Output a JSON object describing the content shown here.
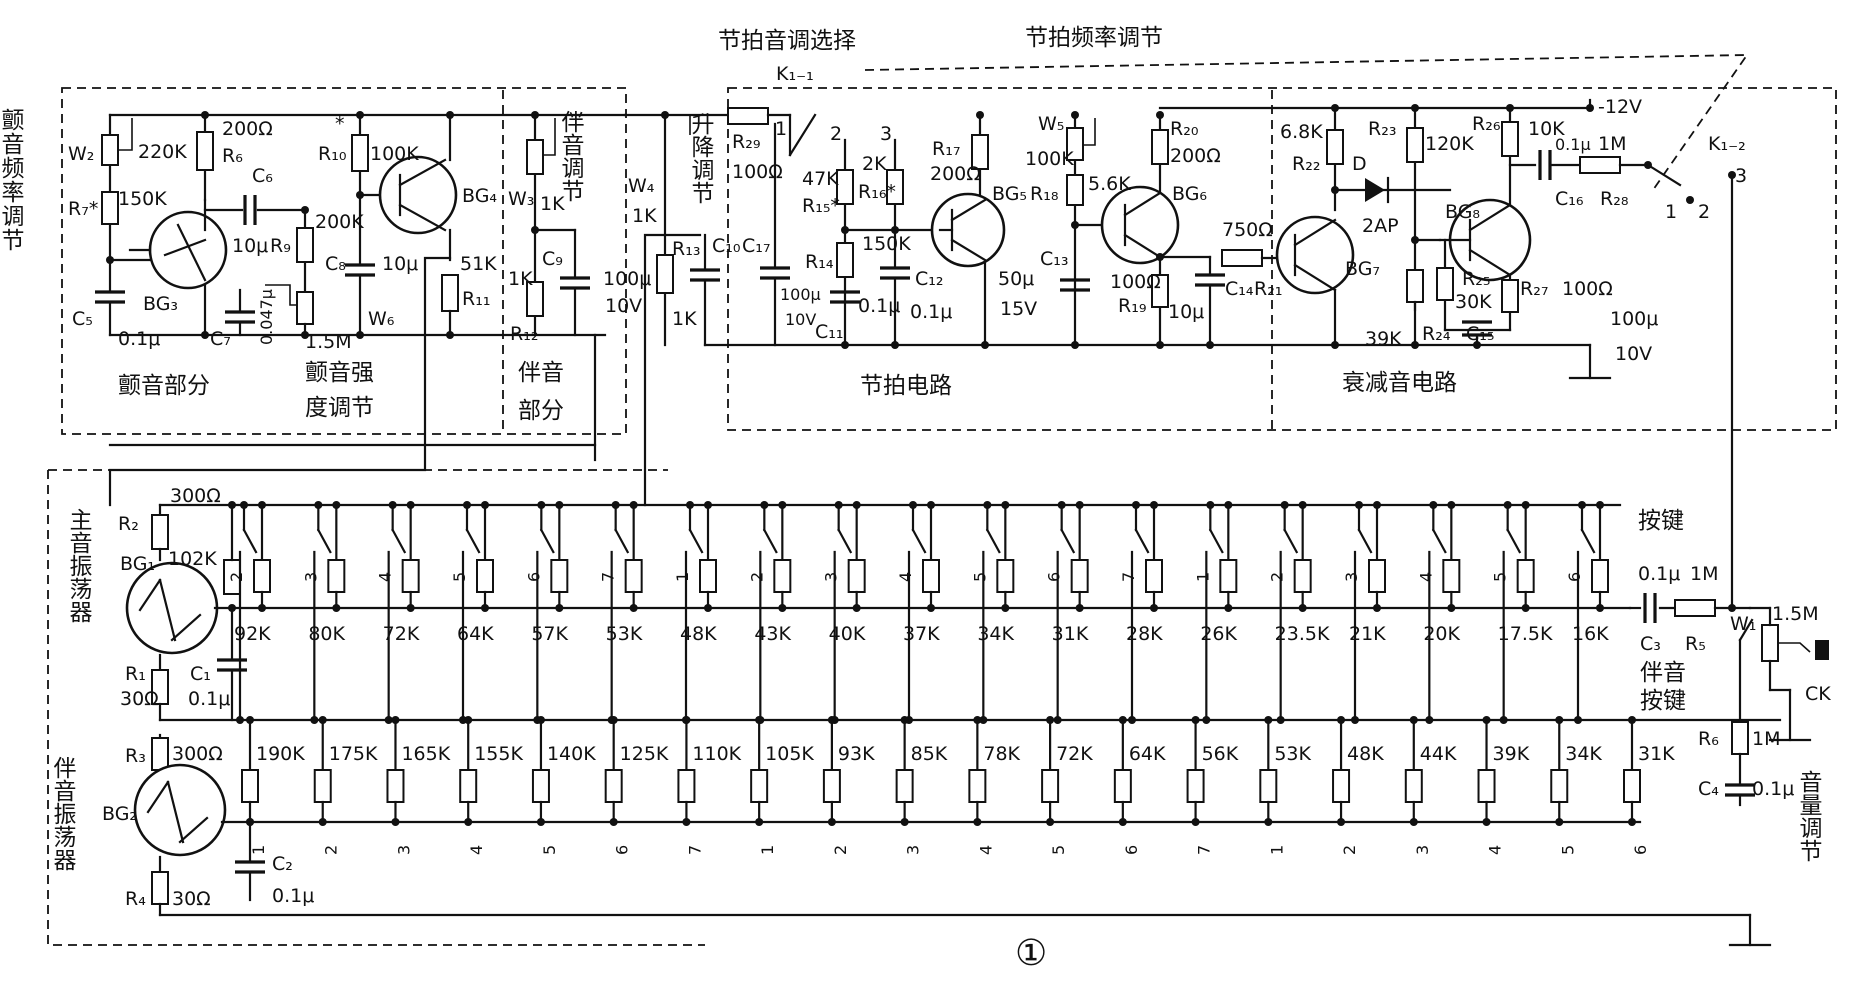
{
  "sections": {
    "vibrato_freq": "颤音频率调节",
    "vibrato_part": "颤音部分",
    "vibrato_strength_1": "颤音强",
    "vibrato_strength_2": "度调节",
    "accomp_adj": "伴音调节",
    "accomp_part_1": "伴音",
    "accomp_part_2": "部分",
    "rise_fall": "升降调节",
    "beat_tone_select": "节拍音调选择",
    "beat_freq_adj": "节拍频率调节",
    "beat_circuit": "节拍电路",
    "decay_circuit": "衰减音电路",
    "main_osc": "主音振荡器",
    "accomp_osc": "伴音振荡器",
    "keys": "按键",
    "accomp_keys_1": "伴音",
    "accomp_keys_2": "按键",
    "volume_adj": "音量调节",
    "figure_no": "①"
  },
  "labels": {
    "W2": "W₂",
    "R7": "R₇*",
    "C5": "C₅",
    "c5v": "0.1μ",
    "r220k": "220K",
    "r150k": "150K",
    "r200": "200Ω",
    "R6": "R₆",
    "C6": "C₆",
    "c6v": "10μ",
    "R9": "R₉",
    "BG3": "BG₃",
    "C7": "C₇",
    "c7v": "0.047μ",
    "r1_5m": "1.5M",
    "W6": "W₆",
    "r200k": "200K",
    "R10": "R₁₀",
    "r100k": "100K",
    "star": "*",
    "C8": "C₈",
    "c8v": "10μ",
    "BG4": "BG₄",
    "r51k": "51K",
    "R11": "R₁₁",
    "W3": "W₃",
    "r1k_a": "1K",
    "r1k_b": "1K",
    "R12": "R₁₂",
    "C9": "C₉",
    "c100u": "100μ",
    "c10v": "10V",
    "W4": "W₄",
    "r1k_c": "1K",
    "R13": "R₁₃",
    "r1k_d": "1K",
    "C10": "C₁₀",
    "K11": "K₁₋₁",
    "R29": "R₂₉",
    "r100_29": "100Ω",
    "sw1": "1",
    "sw2": "2",
    "sw3": "3",
    "r47k": "47K",
    "R15": "R₁₅*",
    "r2k": "2K",
    "R16": "R₁₆*",
    "C17": "C₁₇",
    "c100u_b": "100μ",
    "c10v_b": "10V",
    "R14": "R₁₄",
    "r150k_b": "150K",
    "C11": "C₁₁",
    "c01_11": "0.1μ",
    "C12": "C₁₂",
    "c01_12": "0.1μ",
    "R17": "R₁₇",
    "r200_17": "200Ω",
    "BG5": "BG₅",
    "W5": "W₅",
    "r100k_w5": "100K",
    "R18": "R₁₈",
    "r5_6k": "5.6K",
    "C13": "C₁₃",
    "c50u": "50μ",
    "c15v": "15V",
    "R20": "R₂₀",
    "r200_20": "200Ω",
    "BG6": "BG₆",
    "r100_19": "100Ω",
    "R19": "R₁₉",
    "c10u_14": "10μ",
    "C14": "C₁₄",
    "r750": "750Ω",
    "R21": "R₂₁",
    "r6_8k": "6.8K",
    "R22": "R₂₂",
    "BG7": "BG₇",
    "R23": "R₂₃",
    "D": "D",
    "d2ap": "2AP",
    "r120k": "120K",
    "R24": "R₂₄",
    "r39k": "39K",
    "R26": "R₂₆",
    "r10k": "10K",
    "c01_16": "0.1μ",
    "r1m_28": "1M",
    "C16": "C₁₆",
    "R28": "R₂₈",
    "BG8": "BG₈",
    "R25": "R₂₅",
    "r30k": "30K",
    "R27": "R₂₇",
    "r100_27": "100Ω",
    "C15": "C₁₅",
    "c100u_c": "100μ",
    "c10v_c": "10V",
    "v12": "-12V",
    "K12": "K₁₋₂",
    "k_1": "1",
    "k_2": "2",
    "k_3": "3",
    "R2": "R₂",
    "r300_2": "300Ω",
    "BG1": "BG₁",
    "r102k": "102K",
    "R1": "R₁",
    "r30_1": "30Ω",
    "C1": "C₁",
    "c01_1": "0.1μ",
    "R3": "R₃",
    "r300_3": "300Ω",
    "BG2": "BG₂",
    "R4": "R₄",
    "r30_4": "30Ω",
    "C2": "C₂",
    "c01_2": "0.1μ",
    "C3": "C₃",
    "R5": "R₅",
    "c01_3": "0.1μ",
    "r1m_5": "1M",
    "W1": "W₁",
    "r1_5m_w1": "1.5M",
    "CK": "CK",
    "R6b": "R₆",
    "r1m_6": "1M",
    "C4": "C₄",
    "c01_4": "0.1μ"
  },
  "main_keys": {
    "values": [
      "92K",
      "80K",
      "72K",
      "64K",
      "57K",
      "53K",
      "48K",
      "43K",
      "40K",
      "37K",
      "34K",
      "31K",
      "28K",
      "26K",
      "23.5K",
      "21K",
      "20K",
      "17.5K",
      "16K"
    ],
    "notes": [
      "2",
      "3",
      "4",
      "5",
      "6",
      "7",
      "1",
      "2",
      "3",
      "4",
      "5",
      "6",
      "7",
      "1",
      "2",
      "3",
      "4",
      "5",
      "6"
    ]
  },
  "accomp_keys": {
    "values": [
      "190K",
      "175K",
      "165K",
      "155K",
      "140K",
      "125K",
      "110K",
      "105K",
      "93K",
      "85K",
      "78K",
      "72K",
      "64K",
      "56K",
      "53K",
      "48K",
      "44K",
      "39K",
      "34K",
      "31K"
    ],
    "notes": [
      "1",
      "2",
      "3",
      "4",
      "5",
      "6",
      "7",
      "1",
      "2",
      "3",
      "4",
      "5",
      "6",
      "7",
      "1",
      "2",
      "3",
      "4",
      "5",
      "6"
    ]
  }
}
